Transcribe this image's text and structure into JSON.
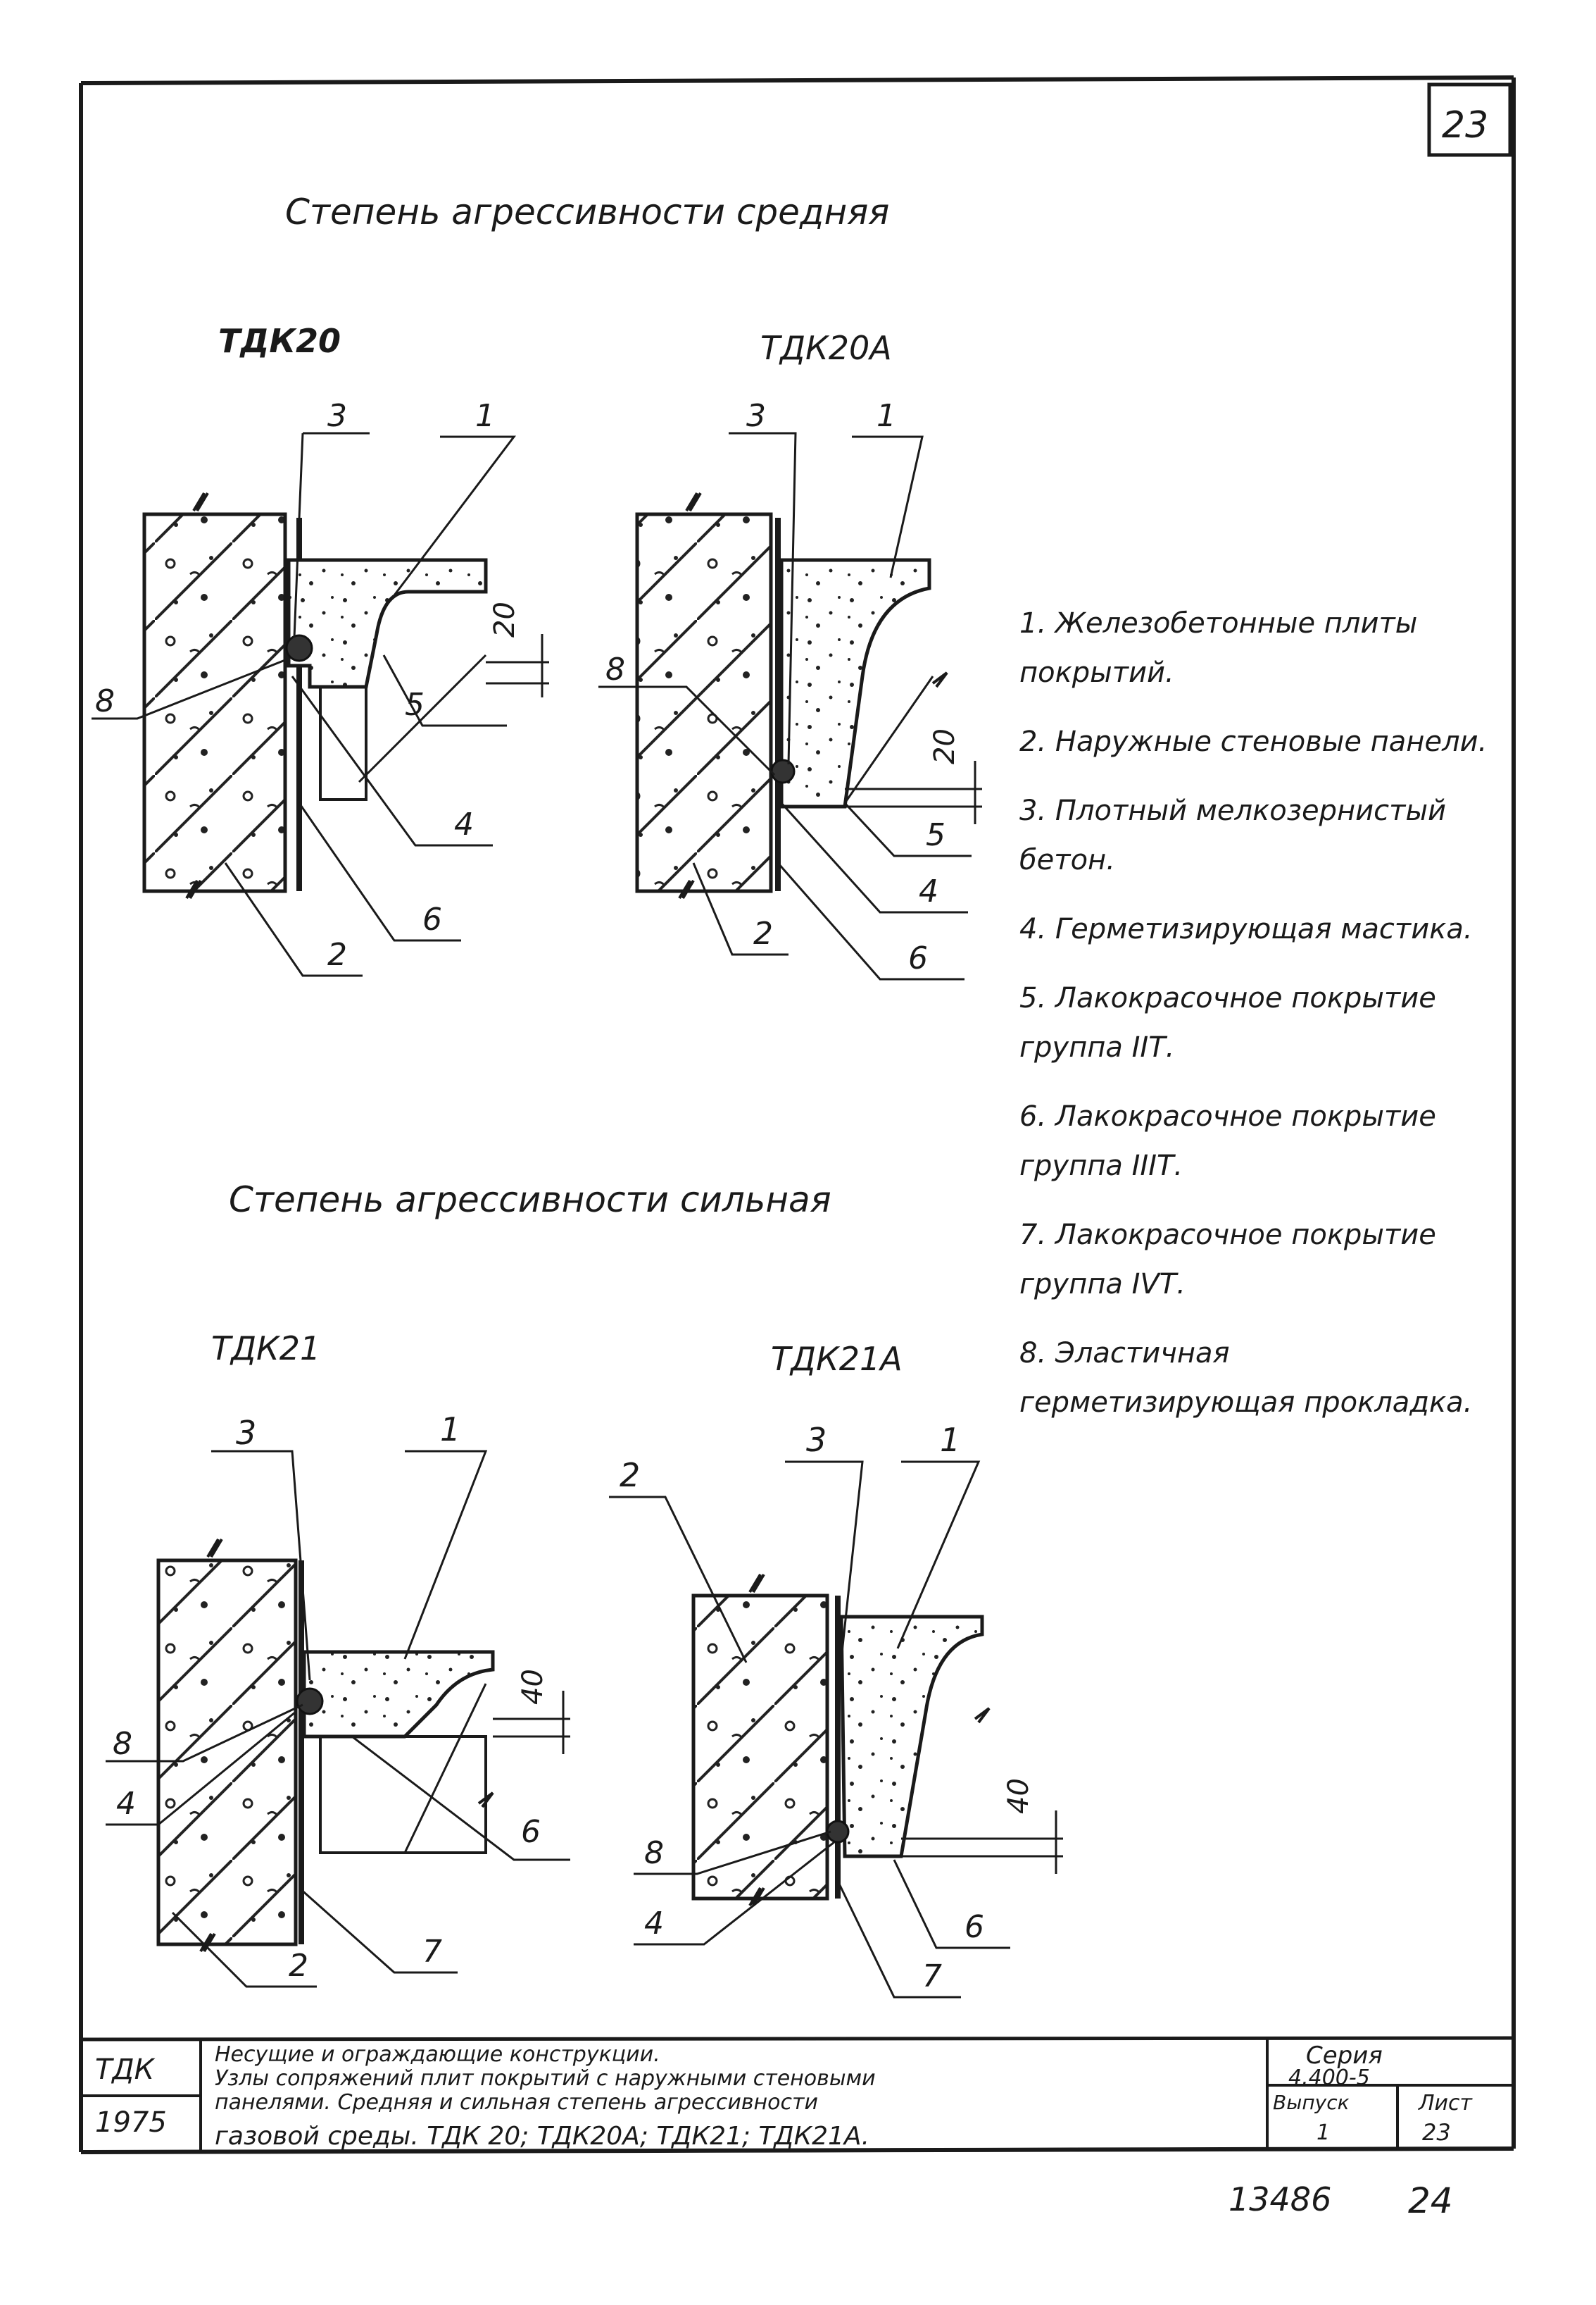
{
  "sheet_number": "23",
  "section_medium": "Степень агрессивности средняя",
  "section_strong": "Степень агрессивности сильная",
  "details": {
    "tdk20": {
      "title": "ТДК20",
      "dim": "20",
      "labels": [
        "3",
        "1",
        "8",
        "5",
        "4",
        "6",
        "2"
      ]
    },
    "tdk20a": {
      "title": "ТДК20А",
      "dim": "20",
      "labels": [
        "3",
        "1",
        "8",
        "5",
        "4",
        "2",
        "6"
      ]
    },
    "tdk21": {
      "title": "ТДК21",
      "dim": "40",
      "labels": [
        "3",
        "1",
        "8",
        "4",
        "6",
        "2",
        "7"
      ]
    },
    "tdk21a": {
      "title": "ТДК21А",
      "dim": "40",
      "labels": [
        "2",
        "3",
        "1",
        "8",
        "4",
        "6",
        "7"
      ]
    }
  },
  "legend": [
    {
      "num": "1.",
      "text": "Железобетонные плиты покрытий."
    },
    {
      "num": "2.",
      "text": "Наружные стеновые панели."
    },
    {
      "num": "3.",
      "text": "Плотный мелкозернистый бетон."
    },
    {
      "num": "4.",
      "text": "Герметизирующая мастика."
    },
    {
      "num": "5.",
      "text": "Лакокрасочное покрытие группа IIТ."
    },
    {
      "num": "6.",
      "text": "Лакокрасочное покрытие группа IIIТ."
    },
    {
      "num": "7.",
      "text": "Лакокрасочное покрытие группа IVТ."
    },
    {
      "num": "8.",
      "text": "Эластичная герметизирующая прокладка."
    }
  ],
  "title_block": {
    "org": "ТДК",
    "year": "1975",
    "desc_line1": "Несущие и ограждающие конструкции.",
    "desc_line2": "Узлы сопряжений плит покрытий с наружными стеновыми",
    "desc_line3": "панелями. Средняя и сильная степень агрессивности",
    "desc_line4": "газовой среды. ТДК 20; ТДК20А; ТДК21; ТДК21А.",
    "series_label": "Серия",
    "series_value": "4.400-5",
    "issue_label": "Выпуск",
    "issue_value": "1",
    "sheet_label": "Лист",
    "sheet_value": "23"
  },
  "footer": {
    "inventory": "13486",
    "page": "24"
  }
}
